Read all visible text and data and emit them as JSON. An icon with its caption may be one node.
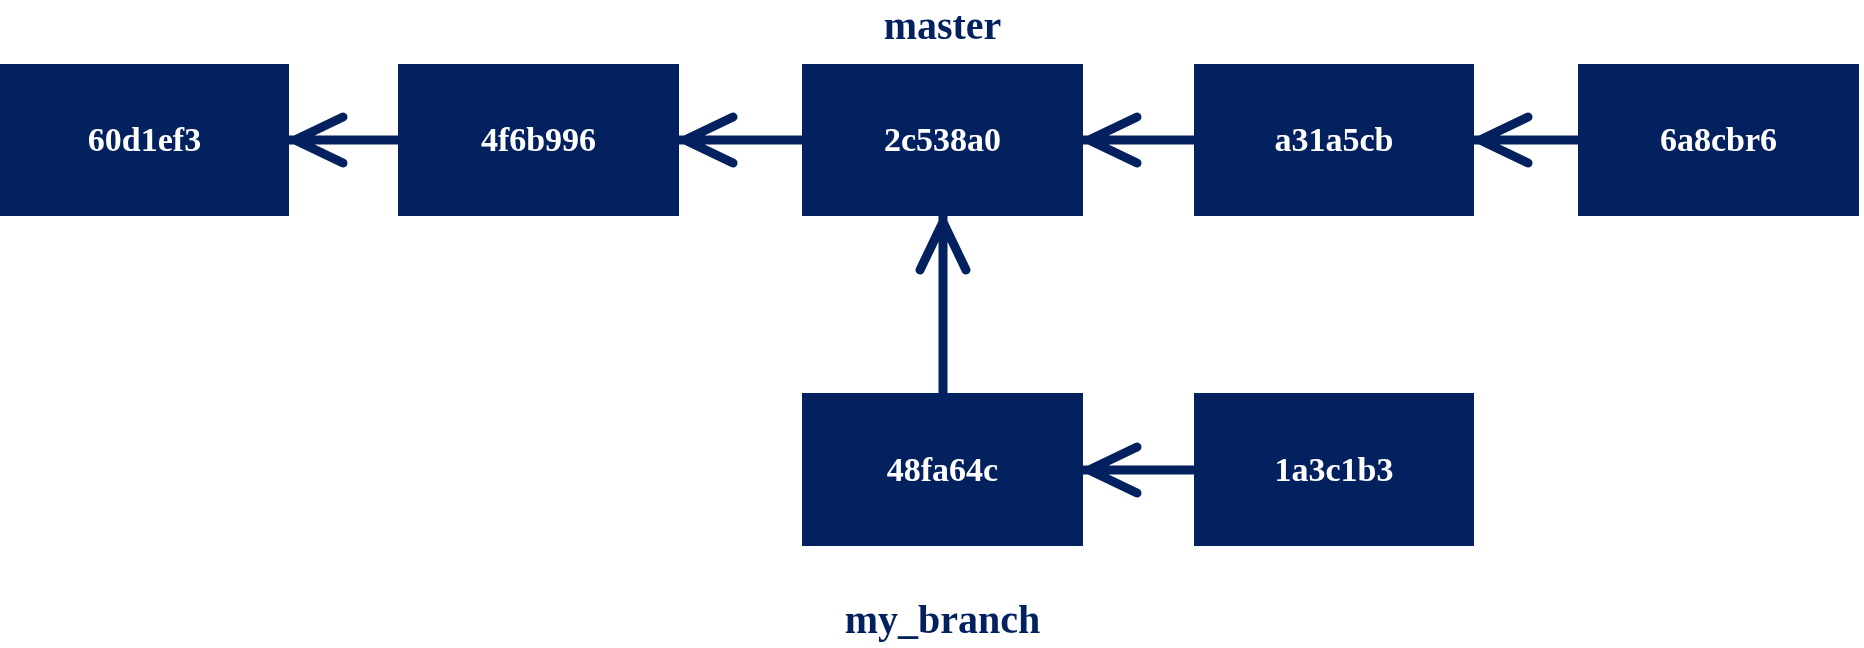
{
  "diagram": {
    "nodes": [
      {
        "text": [
          "60d1ef3"
        ]
      },
      {
        "text": [
          "4f6b996"
        ]
      },
      {
        "text": [
          "2c538a0"
        ],
        "beside": [
          "master"
        ]
      },
      {
        "text": [
          "a31a5cb"
        ]
      },
      {
        "text": [
          "6a8cbr6"
        ]
      },
      {
        "text": [
          "48fa64c"
        ],
        "beside": [
          "my_branch"
        ]
      },
      {
        "text": [
          "1a3c1b3"
        ]
      }
    ],
    "edges": [
      {
        "from": 1,
        "to": 0,
        "arrow": "to"
      },
      {
        "from": 2,
        "to": 1,
        "arrow": "to"
      },
      {
        "from": 3,
        "to": 2,
        "arrow": "to"
      },
      {
        "from": 4,
        "to": 3,
        "arrow": "to"
      },
      {
        "from": 5,
        "to": 2,
        "arrow": "to"
      },
      {
        "from": 6,
        "to": 5,
        "arrow": "to"
      }
    ]
  }
}
